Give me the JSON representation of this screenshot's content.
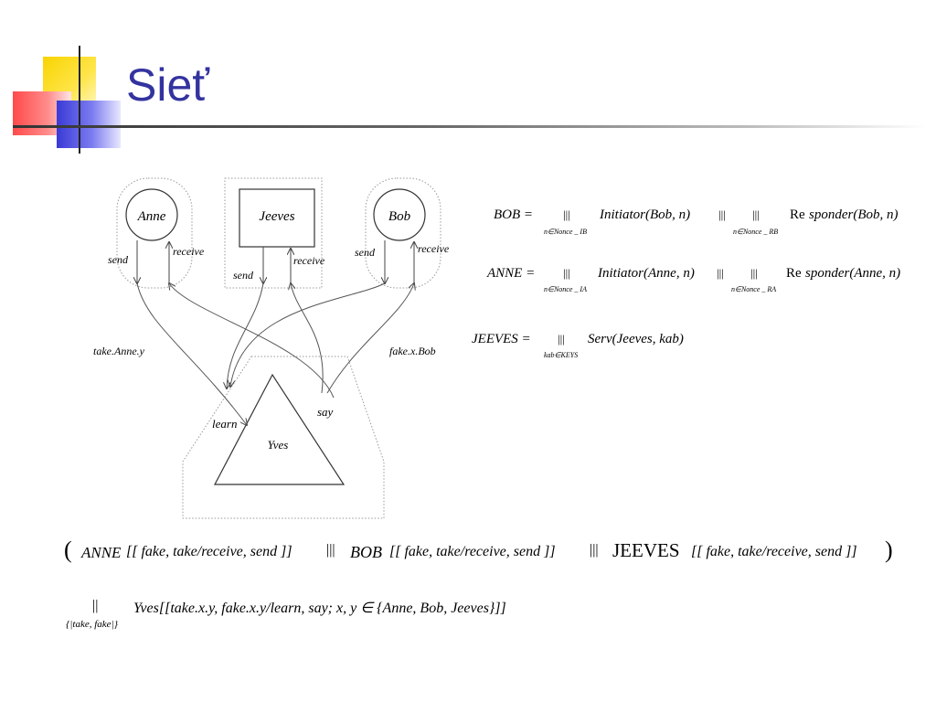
{
  "slide": {
    "title": "Sieť",
    "colors": {
      "title": "#3333a0",
      "yellow": "#f8d400",
      "red": "#ff4a4a",
      "blue": "#3a3ad6"
    }
  },
  "diagram": {
    "nodes": {
      "anne": "Anne",
      "jeeves": "Jeeves",
      "bob": "Bob",
      "yves": "Yves"
    },
    "edges": {
      "anne_send": "send",
      "anne_receive": "receive",
      "jeeves_send": "send",
      "jeeves_receive": "receive",
      "bob_send": "send",
      "bob_receive": "receive",
      "take_anne_y": "take.Anne.y",
      "fake_x_bob": "fake.x.Bob",
      "learn": "learn",
      "say": "say"
    }
  },
  "equations": {
    "bob": {
      "lhs": "BOB =",
      "op": "|||",
      "sub1": "n∈Nonce _ IB",
      "term1": "Initiator(Bob, n)",
      "op_mid": "|||",
      "op2": "|||",
      "sub2": "n∈Nonce _ RB",
      "term2_re": "Re",
      "term2": "sponder(Bob, n)"
    },
    "anne": {
      "lhs": "ANNE =",
      "op": "|||",
      "sub1": "n∈Nonce _ IA",
      "term1": "Initiator(Anne, n)",
      "op_mid": "|||",
      "op2": "|||",
      "sub2": "n∈Nonce _ RA",
      "term2_re": "Re",
      "term2": "sponder(Anne, n)"
    },
    "jeeves": {
      "lhs": "JEEVES =",
      "op": "|||",
      "sub": "kab∈KEYS",
      "term": "Serv(Jeeves, kab)"
    },
    "network": {
      "open": "(",
      "anne": "ANNE",
      "anne_ren": "[[ fake, take/receive, send ]]",
      "op1": "|||",
      "bob": "BOB",
      "bob_ren": "[[ fake, take/receive, send ]]",
      "op2": "|||",
      "jeeves": "JEEVES",
      "jeeves_ren": "[[ fake, take/receive, send ]]",
      "close": ")"
    },
    "sync": {
      "op": "||",
      "sub": "{|take, fake|}",
      "term": "Yves[[take.x.y, fake.x.y/learn, say; x, y ∈ {Anne, Bob, Jeeves}]]"
    }
  }
}
